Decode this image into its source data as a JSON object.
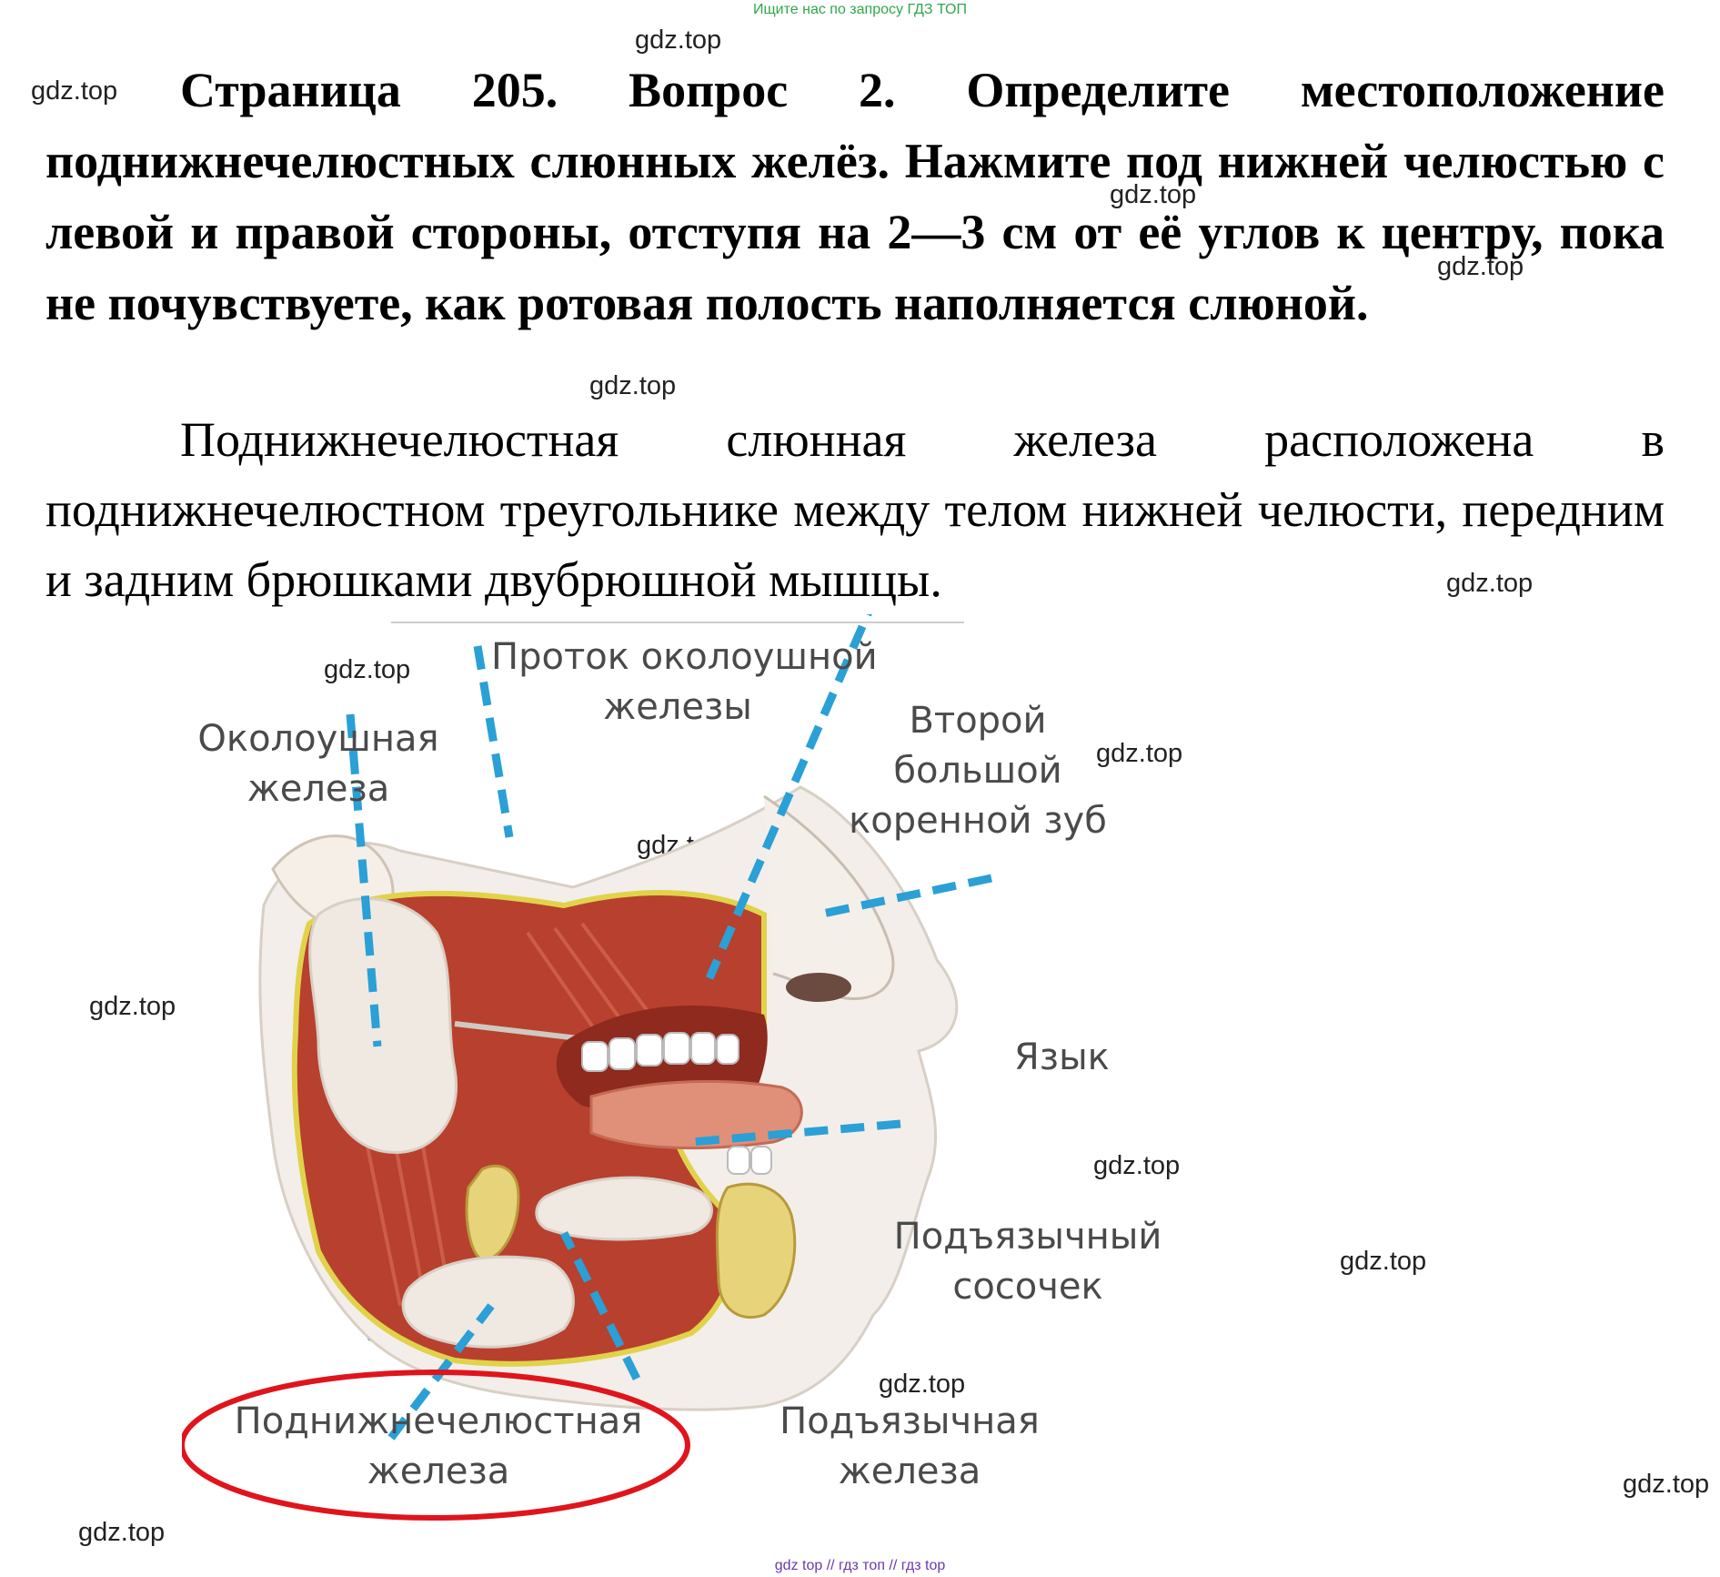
{
  "banner": "Ищите нас по запросу ГДЗ ТОП",
  "question": "Страница 205. Вопрос 2. Определите местоположение поднижнечелюстных слюнных желёз. Нажмите под нижней челюстью с левой и правой стороны, отступя на 2—3 см от её углов к центру, пока не почувствуете, как ротовая полость наполняется слюной.",
  "answer": "Поднижнечелюстная слюнная железа расположена в поднижнечелюстном треугольнике между телом нижней челюсти, передним и задним брюшками двубрюшной мышцы.",
  "watermark": "gdz.top",
  "figure": {
    "labels": {
      "parotid_duct_1": "Проток околоушной",
      "parotid_duct_2": "железы",
      "parotid_gland_1": "Околоушная",
      "parotid_gland_2": "железа",
      "molar_1": "Второй",
      "molar_2": "большой",
      "molar_3": "коренной зуб",
      "tongue": "Язык",
      "sublingual_papilla_1": "Подъязычный",
      "sublingual_papilla_2": "сосочек",
      "submandibular_1": "Поднижнечелюстная",
      "submandibular_2": "железа",
      "sublingual_gland_1": "Подъязычная",
      "sublingual_gland_2": "железа"
    },
    "colors": {
      "leader": "#2aa0d6",
      "highlight": "#e0141c",
      "muscle": "#b8402e",
      "gland": "#efe9e2"
    }
  },
  "footer": "gdz top  //  гдз топ  //  гдз top"
}
